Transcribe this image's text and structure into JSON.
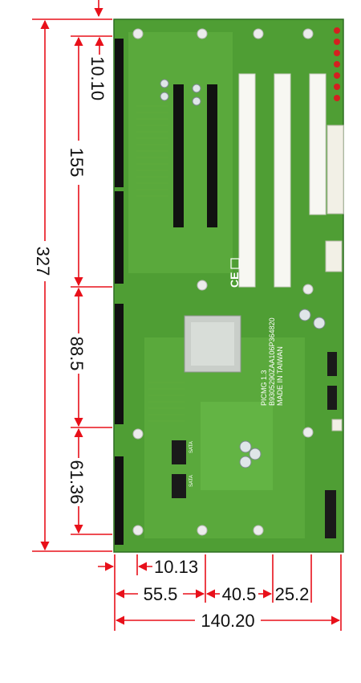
{
  "colors": {
    "board": "#4f9e34",
    "board_light": "#6cc24a",
    "board_dark": "#2f6e22",
    "dimension_line": "#e8101a",
    "slot_black": "#111111",
    "slot_white": "#f7f7f2"
  },
  "board_text": {
    "model": "PICMG 1.3",
    "serial": "B9305290ZAA106P364820",
    "origin": "MADE IN TAIWAN",
    "ce_mark": "CE",
    "sata": "SATA"
  },
  "dimensions": {
    "vertical": {
      "overall": "327",
      "top_offset": "10.10",
      "segment_1": "155",
      "segment_2": "88.5",
      "segment_3": "61.36"
    },
    "horizontal": {
      "offset": "10.13",
      "segment_1": "55.5",
      "segment_2": "40.5",
      "segment_3": "25.2",
      "overall": "140.20"
    }
  }
}
